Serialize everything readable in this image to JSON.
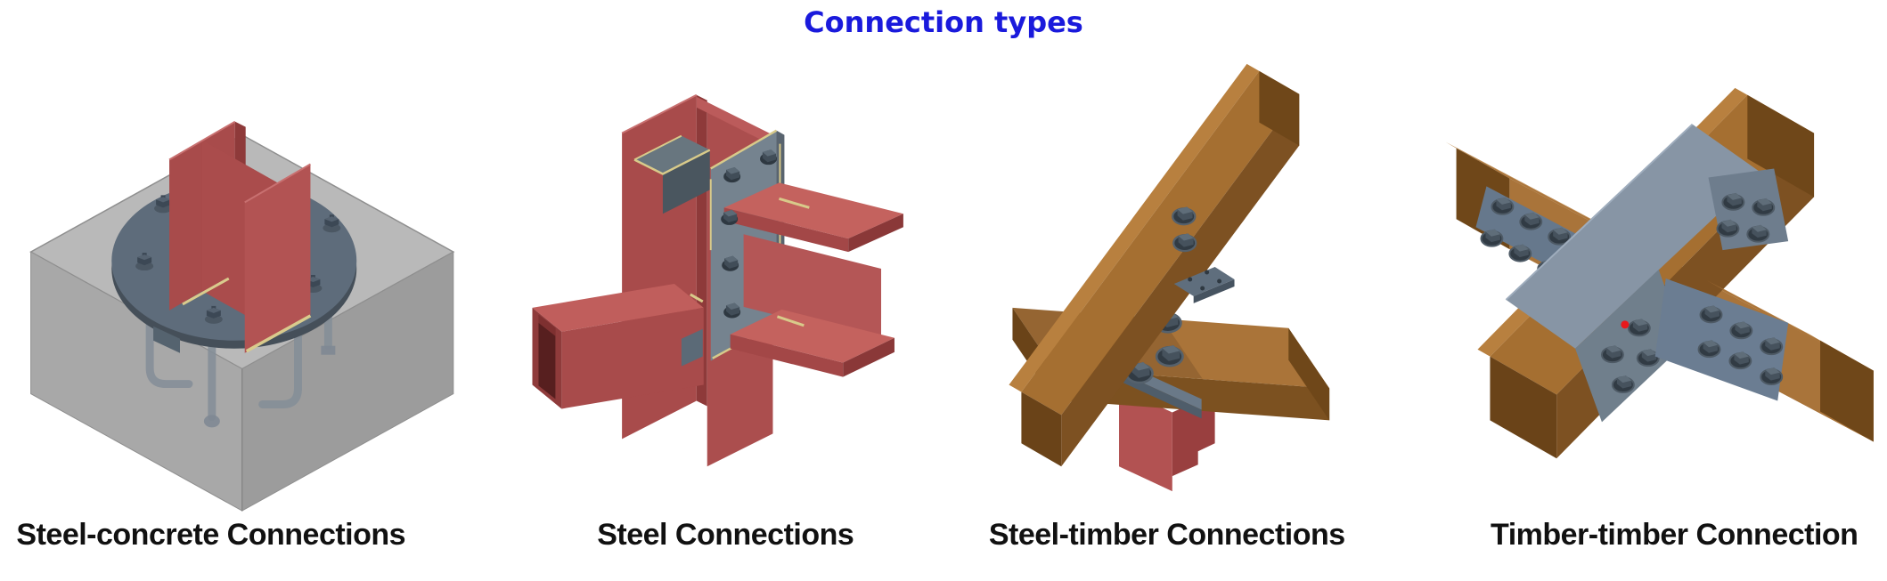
{
  "title": "Connection types",
  "figures": [
    {
      "caption": "Steel-concrete Connections"
    },
    {
      "caption": "Steel Connections"
    },
    {
      "caption": "Steel-timber Connections"
    },
    {
      "caption": "Timber-timber Connection"
    }
  ],
  "colors": {
    "background": "#ffffff",
    "title_blue": "#1a1adc",
    "caption_black": "#111111",
    "steel_red_light": "#c4625e",
    "steel_red": "#ab4e4e",
    "steel_red_dark": "#8e3a3a",
    "timber_light": "#b8803f",
    "timber_mid": "#a56f31",
    "timber_dark": "#7c5120",
    "timber_end": "#6f4719",
    "plate_gray_light": "#8795a5",
    "plate_gray": "#75838f",
    "plate_gray_dark": "#5b6a77",
    "bolt_gray": "#39434c",
    "concrete_top": "#b9b9b9",
    "concrete_left": "#a8a8a8",
    "concrete_right": "#9c9c9c",
    "weld_yellow": "#d8ca8a",
    "marker_red": "#e8191c"
  }
}
